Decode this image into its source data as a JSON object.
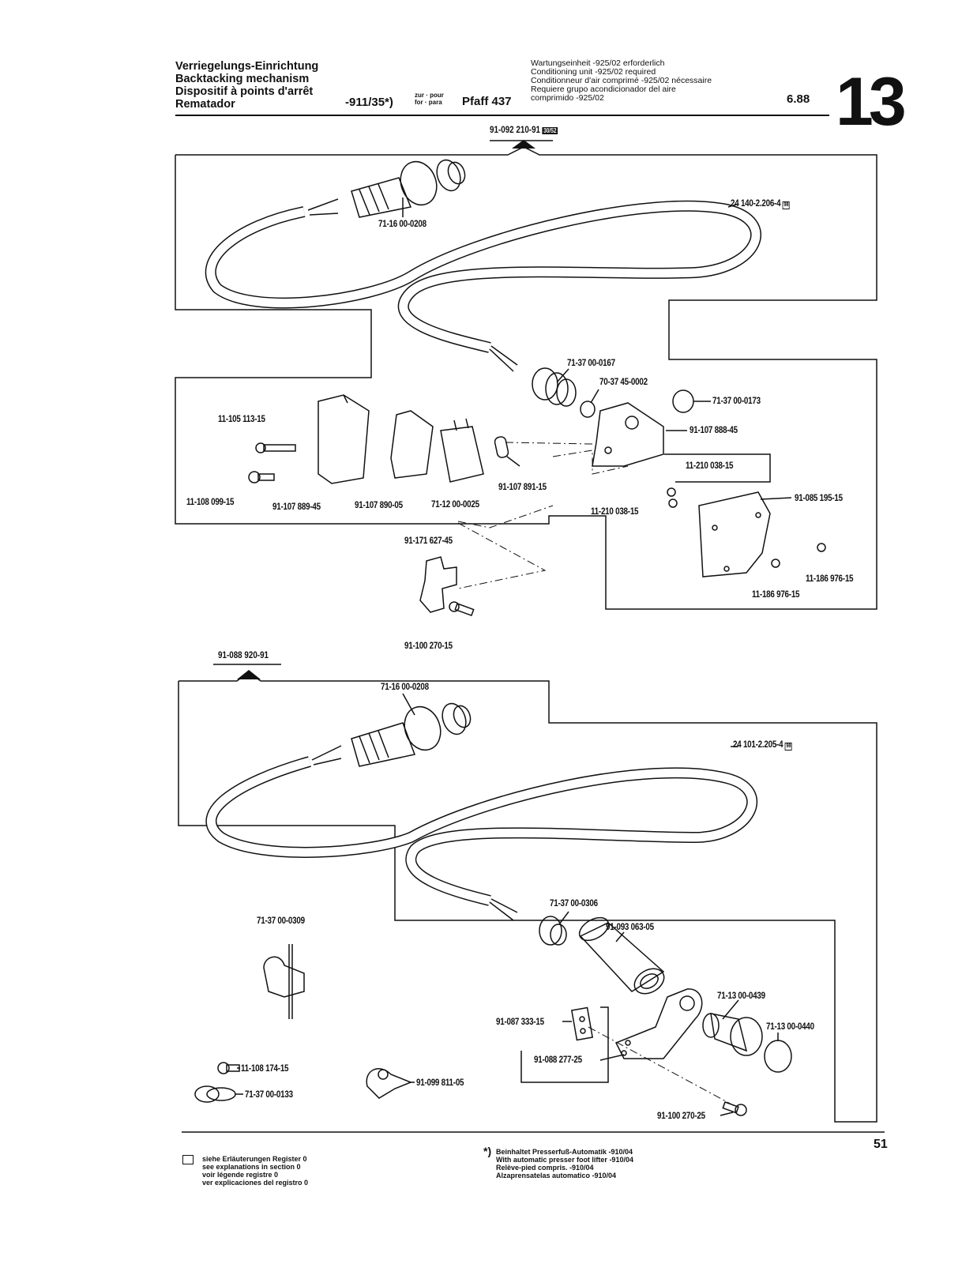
{
  "header": {
    "title_lines": [
      "Verriegelungs-Einrichtung",
      "Backtacking mechanism",
      "Dispositif à points d'arrêt",
      "Rematador"
    ],
    "variant": "-911/35*)",
    "zur_pour": "zur · pour",
    "for_para": "for · para",
    "model": "Pfaff 437",
    "conditioning_lines": [
      "Wartungseinheit -925/02 erforderlich",
      "Conditioning unit -925/02 required",
      "Conditionneur d'air comprimé -925/02 nécessaire",
      "Requiere grupo acondicionador del aire",
      "comprimido -925/02"
    ],
    "date": "6.88",
    "section_number": "13"
  },
  "assembly_top": {
    "ref": "91-092 210-91",
    "ref_badge": "30/52",
    "parts": {
      "connector": "71-16 00-0208",
      "cable": "24 140-2.206-4",
      "cable_badge": "98",
      "gland": "71-37 00-0167",
      "washer": "70-37 45-0002",
      "nut": "71-37 00-0173",
      "bracket": "91-107 888-45",
      "screw_a": "11-105 113-15",
      "screw_b": "11-108 099-15",
      "cover_a": "91-107 889-45",
      "cover_b": "91-107 890-05",
      "microswitch": "71-12 00-0025",
      "spacer": "91-107 891-15",
      "screw_c": "11-210 038-15",
      "screw_d": "11-210 038-15",
      "plate": "91-085 195-15",
      "screw_e": "11-186 976-15",
      "screw_f": "11-186 976-15",
      "holder": "91-171 627-45",
      "screw_g": "91-100 270-15"
    }
  },
  "assembly_bottom": {
    "ref": "91-088 920-91",
    "parts": {
      "connector": "71-16 00-0208",
      "cable": "24 101-2.205-4",
      "cable_badge": "98",
      "gland": "71-37 00-0306",
      "sleeve": "91-093 063-05",
      "clip": "71-37 00-0309",
      "lamp_socket": "71-13 00-0439",
      "lens": "71-13 00-0440",
      "plate": "91-087 333-15",
      "bracket": "91-088 277-25",
      "screw_a": "11-108 174-15",
      "cable_clip": "71-37 00-0133",
      "clamp": "91-099 811-05",
      "screw_b": "91-100 270-25"
    }
  },
  "footer": {
    "legend_lines": [
      "siehe Erläuterungen Register 0",
      "see explanations in section 0",
      "voir légende registre 0",
      "ver explicaciones del registro 0"
    ],
    "note_marker": "*)",
    "note_lines": [
      "Beinhaltet Presserfuß-Automatik -910/04",
      "With automatic presser foot lifter -910/04",
      "Relève-pied compris. -910/04",
      "Alzaprensatelas automatico -910/04"
    ],
    "page_number": "51"
  }
}
